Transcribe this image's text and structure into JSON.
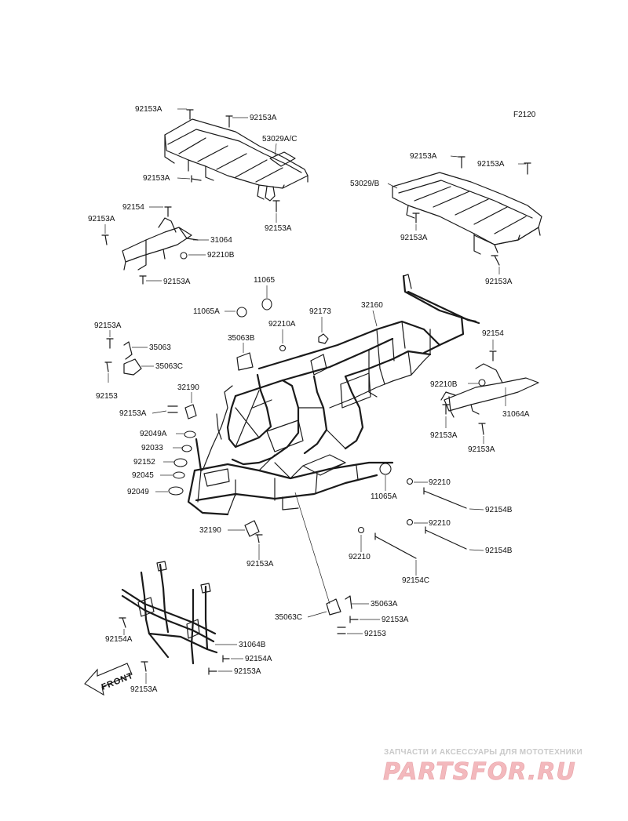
{
  "diagram": {
    "code": "F2120",
    "front_label": "FRONT",
    "callouts": [
      {
        "id": "c01",
        "text": "92153A"
      },
      {
        "id": "c02",
        "text": "92153A"
      },
      {
        "id": "c03",
        "text": "53029A/C"
      },
      {
        "id": "c04",
        "text": "92153A"
      },
      {
        "id": "c05",
        "text": "92153A"
      },
      {
        "id": "c06",
        "text": "92153A"
      },
      {
        "id": "c07",
        "text": "92153A"
      },
      {
        "id": "c08",
        "text": "53029/B"
      },
      {
        "id": "c09",
        "text": "92153A"
      },
      {
        "id": "c10",
        "text": "92153A"
      },
      {
        "id": "c11",
        "text": "92154"
      },
      {
        "id": "c12",
        "text": "92153A"
      },
      {
        "id": "c13",
        "text": "31064"
      },
      {
        "id": "c14",
        "text": "92210B"
      },
      {
        "id": "c15",
        "text": "92153A"
      },
      {
        "id": "c16",
        "text": "11065"
      },
      {
        "id": "c17",
        "text": "11065A"
      },
      {
        "id": "c18",
        "text": "92210A"
      },
      {
        "id": "c19",
        "text": "92173"
      },
      {
        "id": "c20",
        "text": "32160"
      },
      {
        "id": "c21",
        "text": "92153A"
      },
      {
        "id": "c22",
        "text": "35063"
      },
      {
        "id": "c23",
        "text": "35063B"
      },
      {
        "id": "c24",
        "text": "35063C"
      },
      {
        "id": "c25",
        "text": "92153"
      },
      {
        "id": "c26",
        "text": "32190"
      },
      {
        "id": "c27",
        "text": "92153A"
      },
      {
        "id": "c28",
        "text": "92154"
      },
      {
        "id": "c29",
        "text": "92210B"
      },
      {
        "id": "c30",
        "text": "31064A"
      },
      {
        "id": "c31",
        "text": "92153A"
      },
      {
        "id": "c32",
        "text": "92153A"
      },
      {
        "id": "c33",
        "text": "92049A"
      },
      {
        "id": "c34",
        "text": "92033"
      },
      {
        "id": "c35",
        "text": "92152"
      },
      {
        "id": "c36",
        "text": "92045"
      },
      {
        "id": "c37",
        "text": "92049"
      },
      {
        "id": "c38",
        "text": "11065A"
      },
      {
        "id": "c39",
        "text": "92210"
      },
      {
        "id": "c40",
        "text": "92154B"
      },
      {
        "id": "c41",
        "text": "92210"
      },
      {
        "id": "c42",
        "text": "92154B"
      },
      {
        "id": "c43",
        "text": "32190"
      },
      {
        "id": "c44",
        "text": "92153A"
      },
      {
        "id": "c45",
        "text": "92210"
      },
      {
        "id": "c46",
        "text": "92154C"
      },
      {
        "id": "c47",
        "text": "35063A"
      },
      {
        "id": "c48",
        "text": "35063C"
      },
      {
        "id": "c49",
        "text": "92153A"
      },
      {
        "id": "c50",
        "text": "92153"
      },
      {
        "id": "c51",
        "text": "92154A"
      },
      {
        "id": "c52",
        "text": "31064B"
      },
      {
        "id": "c53",
        "text": "92154A"
      },
      {
        "id": "c54",
        "text": "92153A"
      },
      {
        "id": "c55",
        "text": "92153A"
      }
    ]
  },
  "watermark": {
    "tagline": "ЗАПЧАСТИ И АКСЕССУАРЫ ДЛЯ МОТОТЕХНИКИ",
    "logo": "PARTSFOR.RU",
    "color": "#f0a8ae"
  }
}
